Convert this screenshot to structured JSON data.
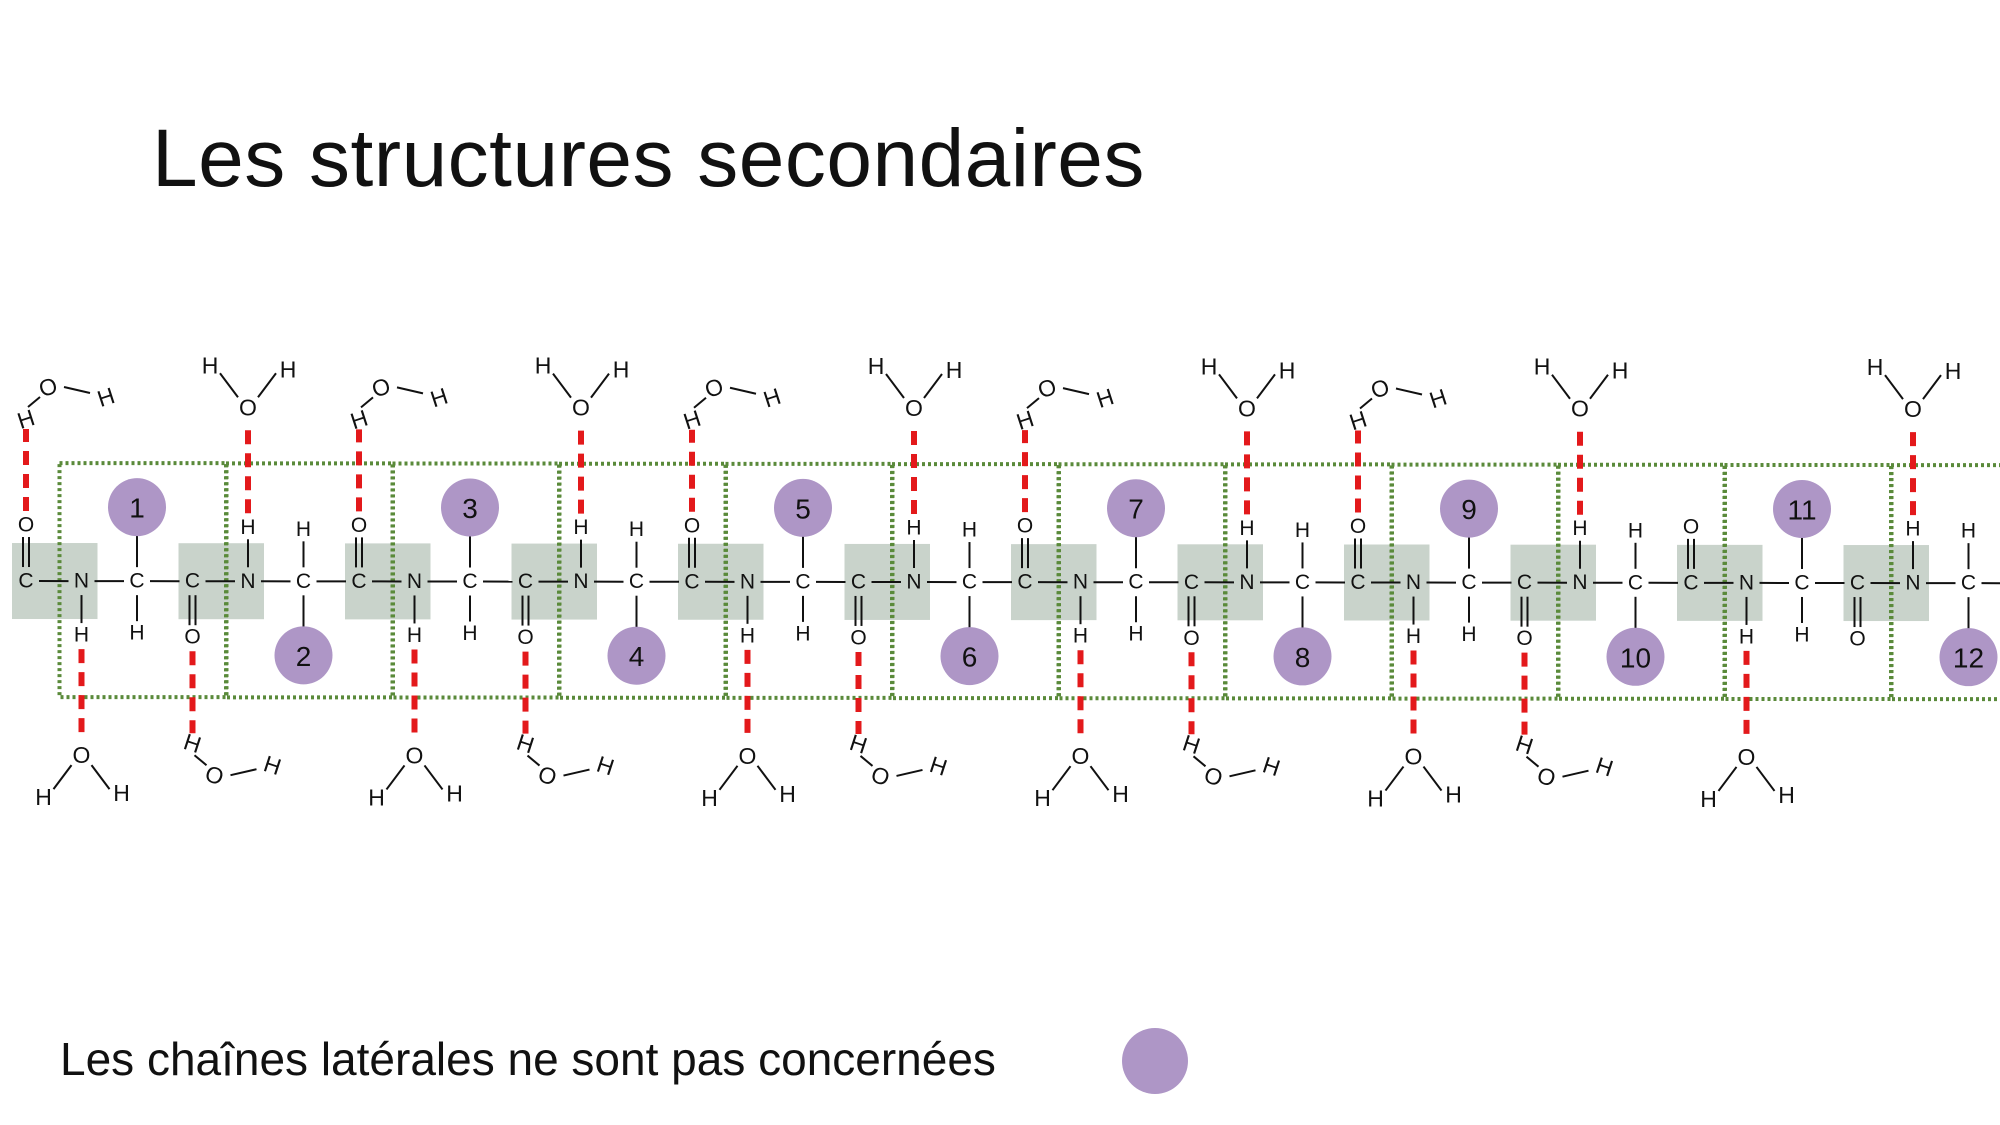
{
  "title": "Les structures secondaires",
  "caption": "Les chaînes latérales ne sont pas concernées",
  "colors": {
    "side_chain": "#ae96c6",
    "peptide_plane": "#c9d3cb",
    "hbond": "#e3191b",
    "residue_box": "#5a8a3a",
    "bond": "#111111"
  },
  "icons": {
    "legend_marker": "purple-circle-icon"
  },
  "atoms": {
    "carbon": "C",
    "nitrogen": "N",
    "oxygen": "O",
    "hydrogen": "H"
  },
  "residues": [
    "1",
    "2",
    "3",
    "4",
    "5",
    "6",
    "7",
    "8",
    "9",
    "10",
    "11",
    "12"
  ]
}
